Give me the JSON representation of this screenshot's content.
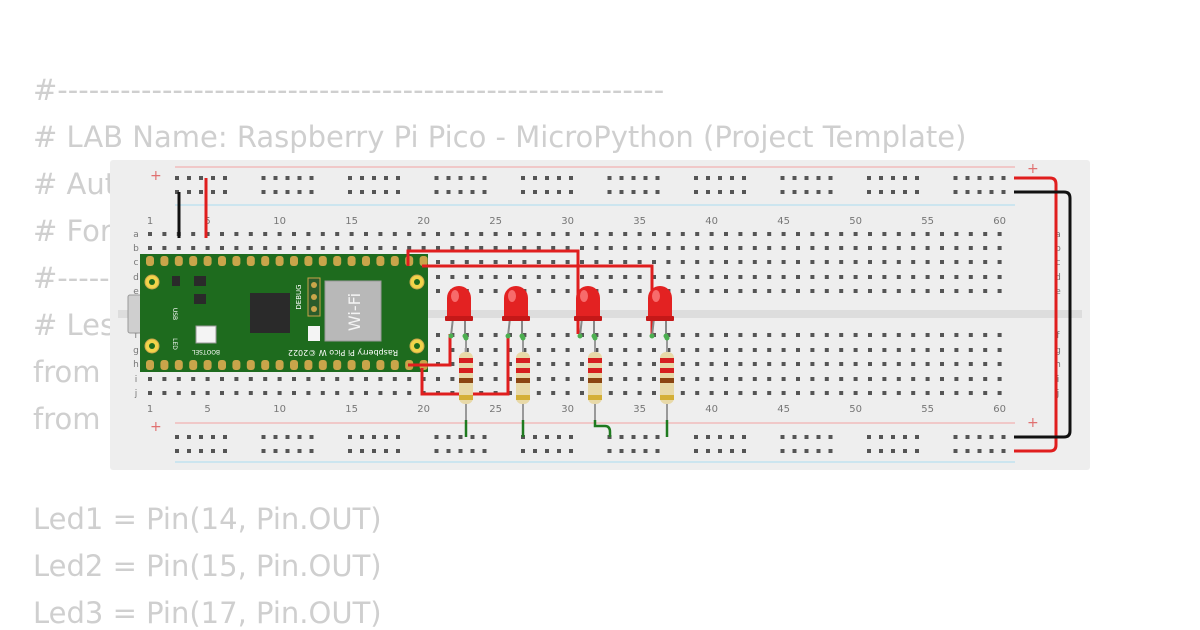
{
  "code_lines": [
    "#----------------------------------------------------------",
    "# LAB Name: Raspberry Pi Pico - MicroPython (Project Template)",
    "# Aut",
    "# For",
    "#------",
    "# Les",
    "from",
    "from",
    "",
    "Led1 = Pin(14, Pin.OUT)",
    "Led2 = Pin(15, Pin.OUT)",
    "Led3 = Pin(17, Pin.OUT)"
  ],
  "breadboard": {
    "column_numbers": [
      "1",
      "5",
      "10",
      "15",
      "20",
      "25",
      "30",
      "35",
      "40",
      "45",
      "50",
      "55",
      "60"
    ],
    "row_letters_top": [
      "a",
      "b",
      "c",
      "d",
      "e"
    ],
    "row_letters_bottom": [
      "f",
      "g",
      "h",
      "i",
      "j"
    ],
    "rail_plus": "+",
    "rail_minus": "-",
    "colors": {
      "board": "#eeeeee",
      "hole": "#555555",
      "red_line": "#f2a3a3",
      "blue_line": "#a9dcf0"
    }
  },
  "pico": {
    "name": "Raspberry Pi Pico W ©2022",
    "wifi_label": "Wi-Fi",
    "debug_label": "DEBUG",
    "usb_label": "USB",
    "led_label": "LED",
    "bootsel_label": "BOOTSEL",
    "colors": {
      "pcb": "#1e6b1e",
      "pin": "#c9a54a"
    }
  },
  "leds": [
    {
      "name": "led-1",
      "color": "#e32222"
    },
    {
      "name": "led-2",
      "color": "#e32222"
    },
    {
      "name": "led-3",
      "color": "#e32222"
    },
    {
      "name": "led-4",
      "color": "#e32222"
    }
  ],
  "wire_colors": {
    "red": "#e01e1e",
    "black": "#111111",
    "green": "#1f7a1f"
  }
}
